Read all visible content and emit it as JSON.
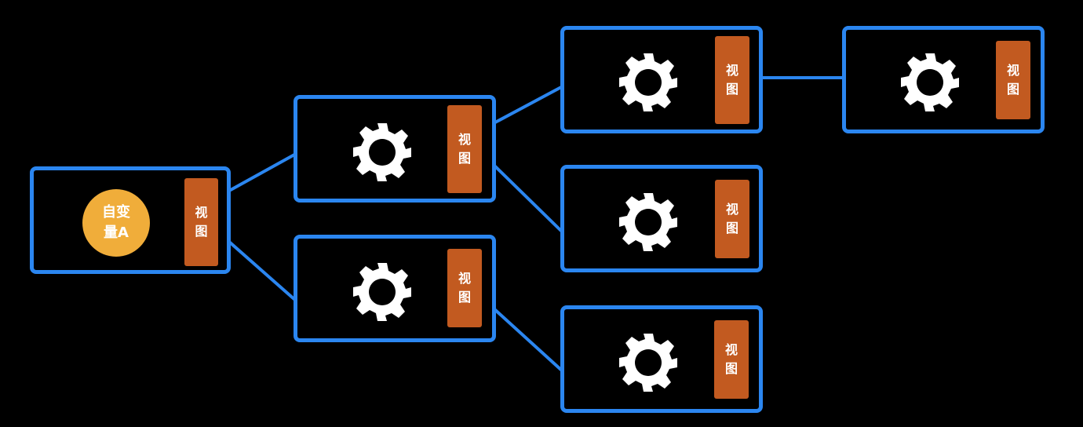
{
  "colors": {
    "node_border": "#2b86f0",
    "view_tag": "#c25a20",
    "variable": "#f0ad3a",
    "background": "#000000"
  },
  "root": {
    "variable_label": "自变量A",
    "view_label": "视图"
  },
  "level1": [
    {
      "icon": "gear-icon",
      "view_label": "视图"
    },
    {
      "icon": "gear-icon",
      "view_label": "视图"
    }
  ],
  "level2": [
    {
      "icon": "gear-icon",
      "view_label": "视图"
    },
    {
      "icon": "gear-icon",
      "view_label": "视图"
    },
    {
      "icon": "gear-icon",
      "view_label": "视图"
    }
  ],
  "level3": [
    {
      "icon": "gear-icon",
      "view_label": "视图"
    }
  ]
}
